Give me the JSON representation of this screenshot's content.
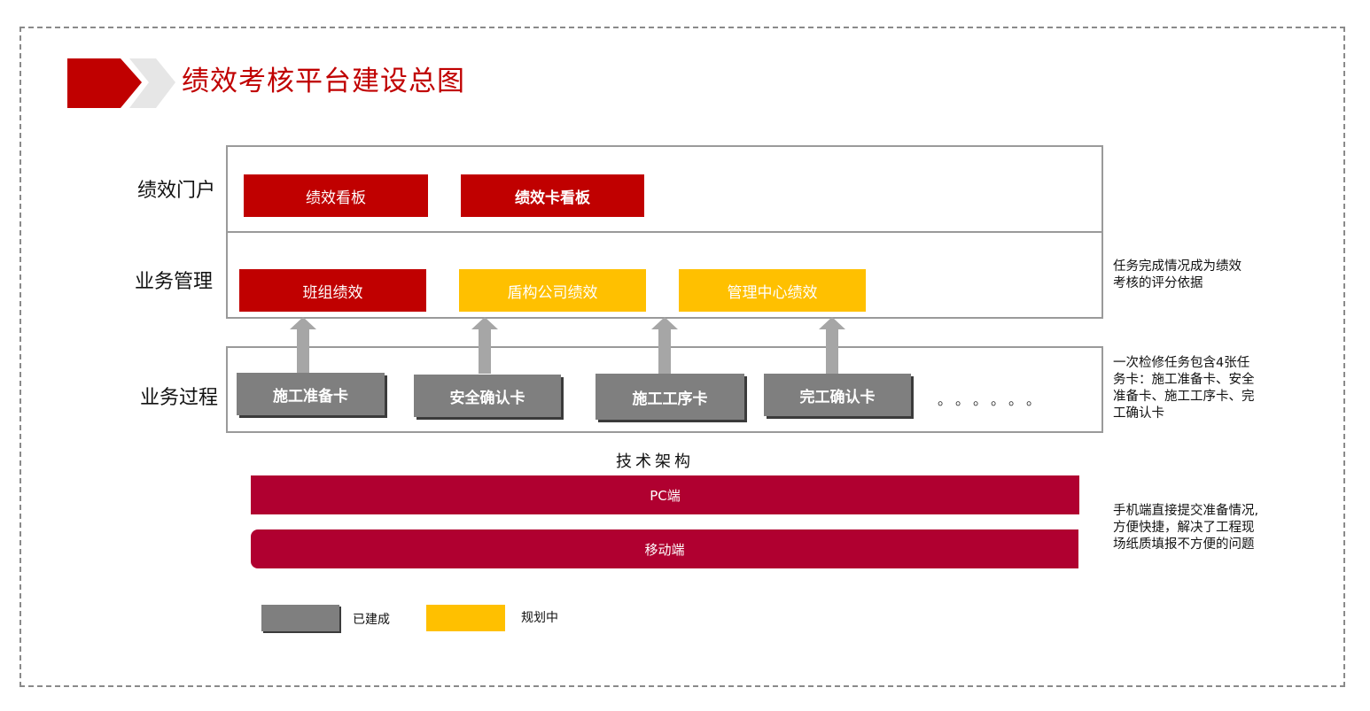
{
  "header": {
    "title": "绩效考核平台建设总图"
  },
  "rows": {
    "portal": {
      "label": "绩效门户",
      "items": [
        "绩效看板",
        "绩效卡看板"
      ]
    },
    "management": {
      "label": "业务管理",
      "items": [
        "班组绩效",
        "盾构公司绩效",
        "管理中心绩效"
      ],
      "note": [
        "任务完成情况成为绩效",
        "考核的评分依据"
      ]
    },
    "process": {
      "label": "业务过程",
      "items": [
        "施工准备卡",
        "安全确认卡",
        "施工工序卡",
        "完工确认卡"
      ],
      "ellipsis": "。。。。。。",
      "note": [
        "一次检修任务包含4张任",
        "务卡：施工准备卡、安全",
        "准备卡、施工工序卡、完",
        "工确认卡"
      ]
    }
  },
  "tech": {
    "label": "技术架构",
    "bars": [
      "PC端",
      "移动端"
    ],
    "note": [
      "手机端直接提交准备情况,",
      "方便快捷，解决了工程现",
      "场纸质填报不方便的问题"
    ]
  },
  "legend": {
    "built": "已建成",
    "planned": "规划中"
  },
  "colors": {
    "accent_red": "#c00000",
    "planned_yellow": "#ffc000",
    "built_gray": "#7f7f7f",
    "tech_bar": "#b00030",
    "arrow_gray": "#a6a6a6"
  }
}
